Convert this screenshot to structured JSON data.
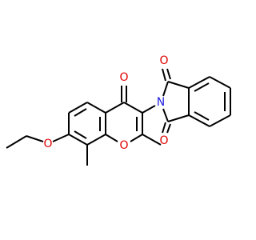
{
  "molecule": {
    "atoms": {
      "o_ketone": "O",
      "o_ring": "O",
      "o_ether": "O",
      "n_imide": "N",
      "o_imide_top": "O",
      "o_imide_bottom": "O"
    },
    "colors": {
      "bond": "#000000",
      "oxygen": "#e00000",
      "nitrogen": "#2020e0",
      "background": "#ffffff"
    }
  }
}
